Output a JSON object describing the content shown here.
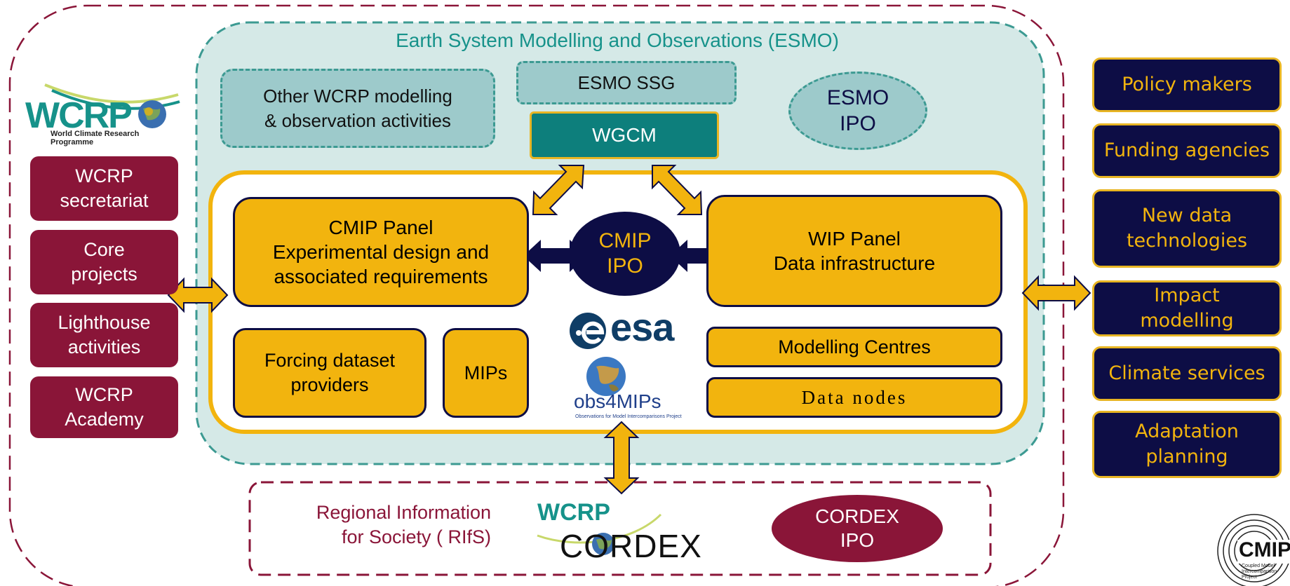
{
  "esmo": {
    "title": "Earth System Modelling and Observations (ESMO)",
    "other_activities": "Other WCRP modelling\n& observation activities",
    "ssg": "ESMO SSG",
    "wgcm": "WGCM",
    "ipo": "ESMO\nIPO"
  },
  "wcrp": {
    "logo_text": "WCRP",
    "logo_subtitle": "World Climate Research Programme",
    "boxes": [
      "WCRP\nsecretariat",
      "Core\nprojects",
      "Lighthouse\nactivities",
      "WCRP\nAcademy"
    ]
  },
  "cmip": {
    "panel_title": "CMIP Panel",
    "panel_body": "Experimental design and\nassociated requirements",
    "ipo": "CMIP\nIPO",
    "wip_title": "WIP Panel",
    "wip_body": "Data infrastructure",
    "forcing": "Forcing dataset\nproviders",
    "mips": "MIPs",
    "modelling_centres": "Modelling  Centres",
    "data_nodes": "Data nodes",
    "esa_logo": "esa",
    "obs4mips_logo": "obs4MIPs",
    "obs4mips_sub": "Observations for Model Intercomparisons Project"
  },
  "stakeholders": [
    "Policy makers",
    "Funding agencies",
    "New data\ntechnologies",
    "Impact\nmodelling",
    "Climate services",
    "Adaptation\nplanning"
  ],
  "regional": {
    "label": "Regional Information\nfor Society (  RIfS)",
    "cordex_wcrp": "WCRP",
    "cordex_text": "CORDEX",
    "cordex_ipo": "CORDEX\nIPO"
  },
  "cmip_logo": {
    "text": "CMIP",
    "subtitle": "Coupled Model Intercomparison Project"
  },
  "colors": {
    "teal_bg": "#d5e9e7",
    "teal_border": "#3c9a92",
    "gold": "#f2b40e",
    "navy": "#0d0d45",
    "maroon": "#8a1538",
    "wgcm": "#0d7f7c"
  }
}
